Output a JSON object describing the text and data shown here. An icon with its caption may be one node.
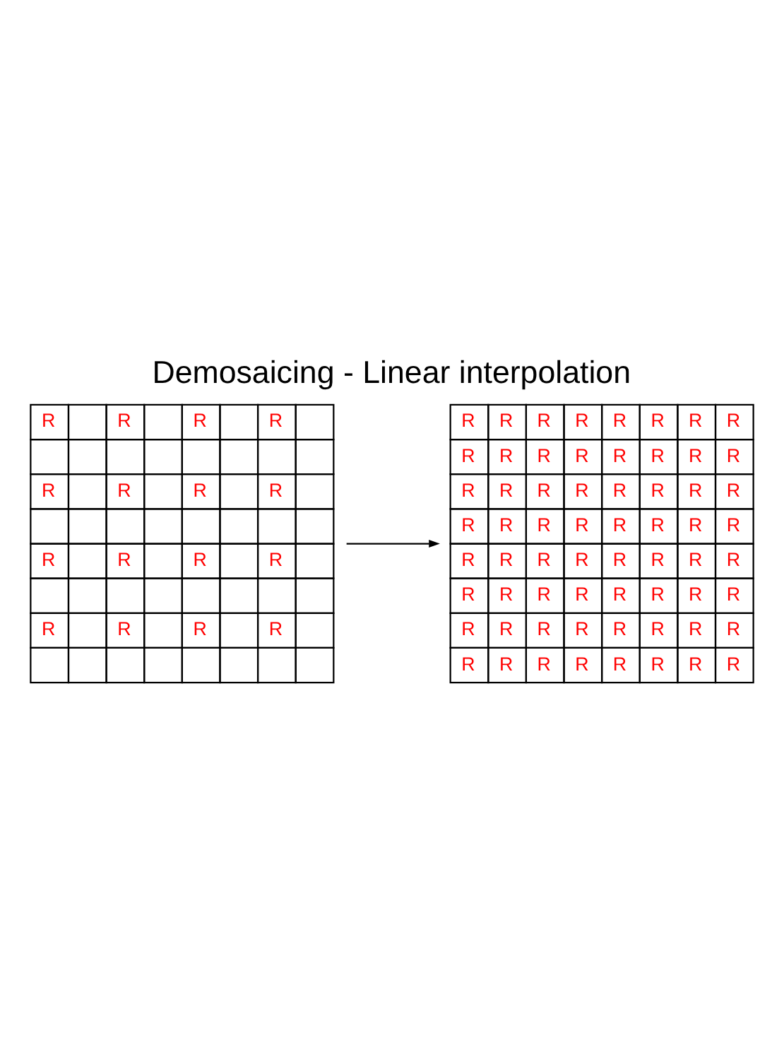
{
  "diagram": {
    "title": "Demosaicing - Linear interpolation",
    "nodes": [
      {
        "text": [
          "R",
          "R",
          "R",
          "R",
          "R",
          "R",
          "R",
          "R",
          "R",
          "R",
          "R",
          "R",
          "R",
          "R",
          "R",
          "R"
        ]
      },
      {
        "text": [
          "R",
          "R",
          "R",
          "R",
          "R",
          "R",
          "R",
          "R",
          "R",
          "R",
          "R",
          "R",
          "R",
          "R",
          "R",
          "R",
          "R",
          "R",
          "R",
          "R",
          "R",
          "R",
          "R",
          "R",
          "R",
          "R",
          "R",
          "R",
          "R",
          "R",
          "R",
          "R",
          "R",
          "R",
          "R",
          "R",
          "R",
          "R",
          "R",
          "R",
          "R",
          "R",
          "R",
          "R",
          "R",
          "R",
          "R",
          "R",
          "R",
          "R",
          "R",
          "R",
          "R",
          "R",
          "R",
          "R",
          "R",
          "R",
          "R",
          "R",
          "R",
          "R",
          "R",
          "R"
        ]
      }
    ],
    "edges": [
      {
        "from": 0,
        "to": 1,
        "arrow": "to"
      }
    ]
  }
}
